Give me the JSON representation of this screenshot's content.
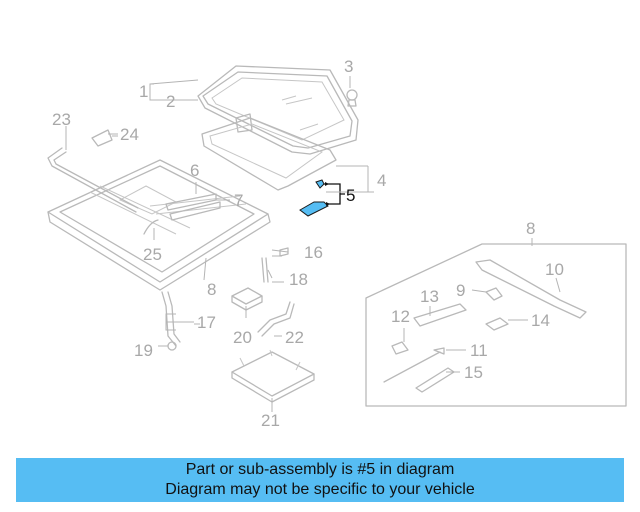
{
  "diagram": {
    "labels": {
      "p1": "1",
      "p2": "2",
      "p3": "3",
      "p4": "4",
      "p5": "5",
      "p6": "6",
      "p7": "7",
      "p8a": "8",
      "p8b": "8",
      "p9": "9",
      "p10": "10",
      "p11": "11",
      "p12": "12",
      "p13": "13",
      "p14": "14",
      "p15": "15",
      "p16": "16",
      "p17": "17",
      "p18": "18",
      "p19": "19",
      "p20": "20",
      "p21": "21",
      "p22": "22",
      "p23": "23",
      "p24": "24",
      "p25": "25"
    },
    "highlight_part": "5",
    "colors": {
      "highlight_fill": "#56bdf3",
      "linework": "#b9b9b9",
      "label": "#a8a8a8"
    }
  },
  "banner": {
    "line1": "Part or sub-assembly is #5 in diagram",
    "line2": "Diagram may not be specific to your vehicle",
    "background": "#56bdf3"
  }
}
